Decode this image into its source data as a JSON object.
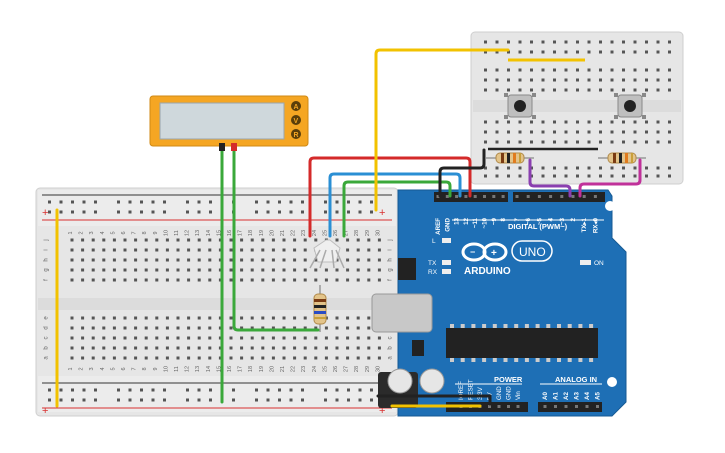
{
  "multimeter": {
    "display_value": "",
    "modes": [
      "A",
      "V",
      "R"
    ],
    "active_mode": "A"
  },
  "breadboard_main": {
    "column_numbers": [
      "1",
      "2",
      "3",
      "4",
      "5",
      "6",
      "7",
      "8",
      "9",
      "10",
      "11",
      "12",
      "13",
      "14",
      "15",
      "16",
      "17",
      "18",
      "19",
      "20",
      "21",
      "22",
      "23",
      "24",
      "25",
      "26",
      "27",
      "28",
      "29",
      "30"
    ],
    "rows_top": [
      "j",
      "i",
      "h",
      "g",
      "f"
    ],
    "rows_bottom": [
      "e",
      "d",
      "c",
      "b",
      "a"
    ],
    "rail_plus": "+",
    "rail_minus": "−"
  },
  "arduino": {
    "brand": "ARDUINO",
    "model": "UNO",
    "digital_label": "DIGITAL (PWM~)",
    "power_label": "POWER",
    "analog_label": "ANALOG IN",
    "on_label": "ON",
    "led_labels": [
      "L",
      "TX",
      "RX"
    ],
    "top_pins": [
      "AREF",
      "GND",
      "13",
      "12",
      "~11",
      "~10",
      "~9",
      "8",
      "7",
      "~6",
      "~5",
      "4",
      "~3",
      "2",
      "TX▸1",
      "RX◂0"
    ],
    "power_pins": [
      "IOREF",
      "RESET",
      "3.3V",
      "5V",
      "GND",
      "GND",
      "Vin"
    ],
    "analog_pins": [
      "A0",
      "A1",
      "A2",
      "A3",
      "A4",
      "A5"
    ]
  },
  "colors": {
    "wire_red": "#d42a2a",
    "wire_blue": "#2a8fd4",
    "wire_green": "#3aa83a",
    "wire_yellow": "#f2c200",
    "wire_black": "#222222",
    "wire_purple": "#8a3fb0",
    "wire_magenta": "#c0319a",
    "board_blue": "#1e6fb5",
    "breadboard": "#e6e6e6"
  }
}
